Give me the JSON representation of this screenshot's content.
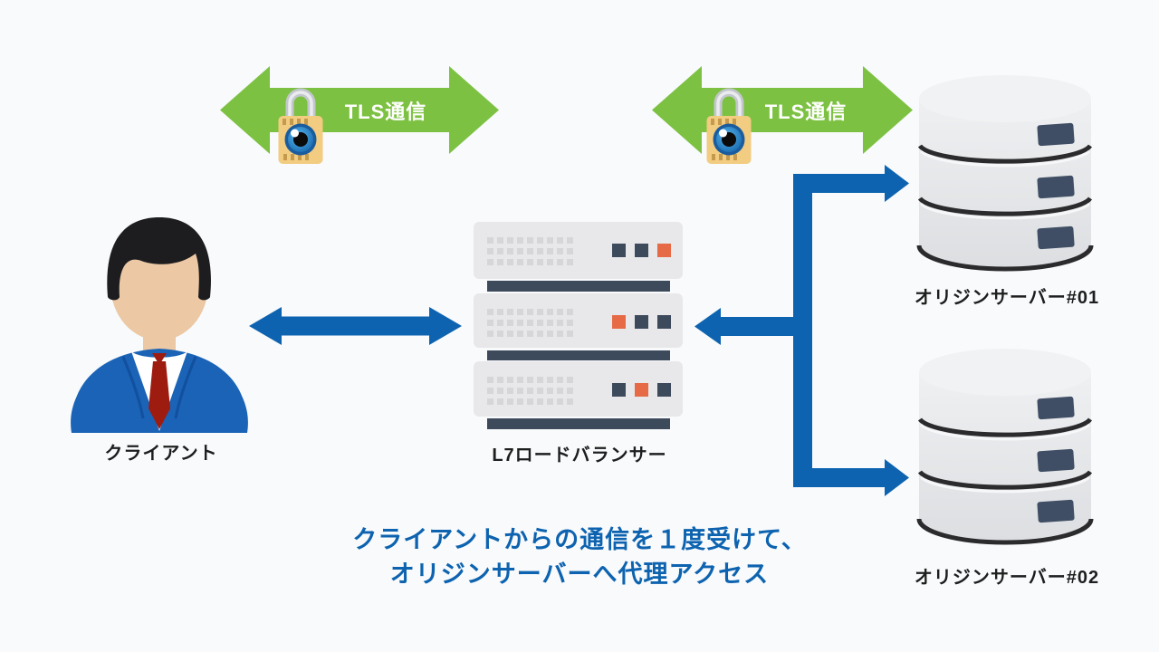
{
  "tls_arrows": [
    {
      "label": "TLS通信"
    },
    {
      "label": "TLS通信"
    }
  ],
  "nodes": {
    "client": {
      "label": "クライアント"
    },
    "load_balancer": {
      "label": "L7ロードバランサー",
      "led_pattern": [
        [
          "navy",
          "navy",
          "orange"
        ],
        [
          "orange",
          "navy",
          "navy"
        ],
        [
          "navy",
          "orange",
          "navy"
        ]
      ]
    },
    "origin_server_1": {
      "label": "オリジンサーバー#01"
    },
    "origin_server_2": {
      "label": "オリジンサーバー#02"
    }
  },
  "caption": {
    "line1": "クライアントからの通信を１度受けて、",
    "line2": "オリジンサーバーへ代理アクセス"
  },
  "palette": {
    "background": "#f8fafc",
    "arrow_blue": "#0d63af",
    "arrow_green": "#7dc142",
    "caption_blue": "#0d63af",
    "label_color": "#1e1e1e",
    "server_navy": "#3d4a5c",
    "led_orange": "#e66a45",
    "lock_body": "#f2cc81",
    "db_slot": "#3f4e64",
    "suit_blue": "#1a63b6",
    "tie_red": "#9e1b10"
  },
  "icons": {
    "padlock_eye": "padlock with eye (encrypted communication)",
    "client_person": "businessman bust",
    "load_balancer": "rack server stack",
    "origin_server": "database cylinder"
  }
}
